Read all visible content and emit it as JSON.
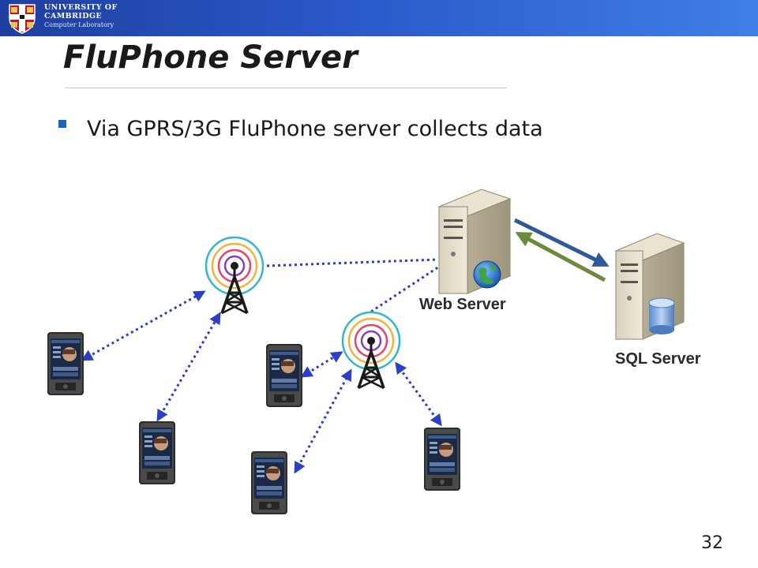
{
  "header": {
    "university_line1": "UNIVERSITY OF",
    "university_line2": "CAMBRIDGE",
    "university_line3": "Computer Laboratory"
  },
  "slide": {
    "title": "FluPhone Server",
    "bullets": [
      "Via GPRS/3G FluPhone server collects data"
    ],
    "page_number": "32"
  },
  "diagram": {
    "web_server_label": "Web Server",
    "sql_server_label": "SQL Server",
    "colors": {
      "link_dotted": "#2b3fc8",
      "arrow_to_sql": "#2e5a9a",
      "arrow_from_sql": "#6c8a3c",
      "globe": "#1e7ad6"
    }
  }
}
